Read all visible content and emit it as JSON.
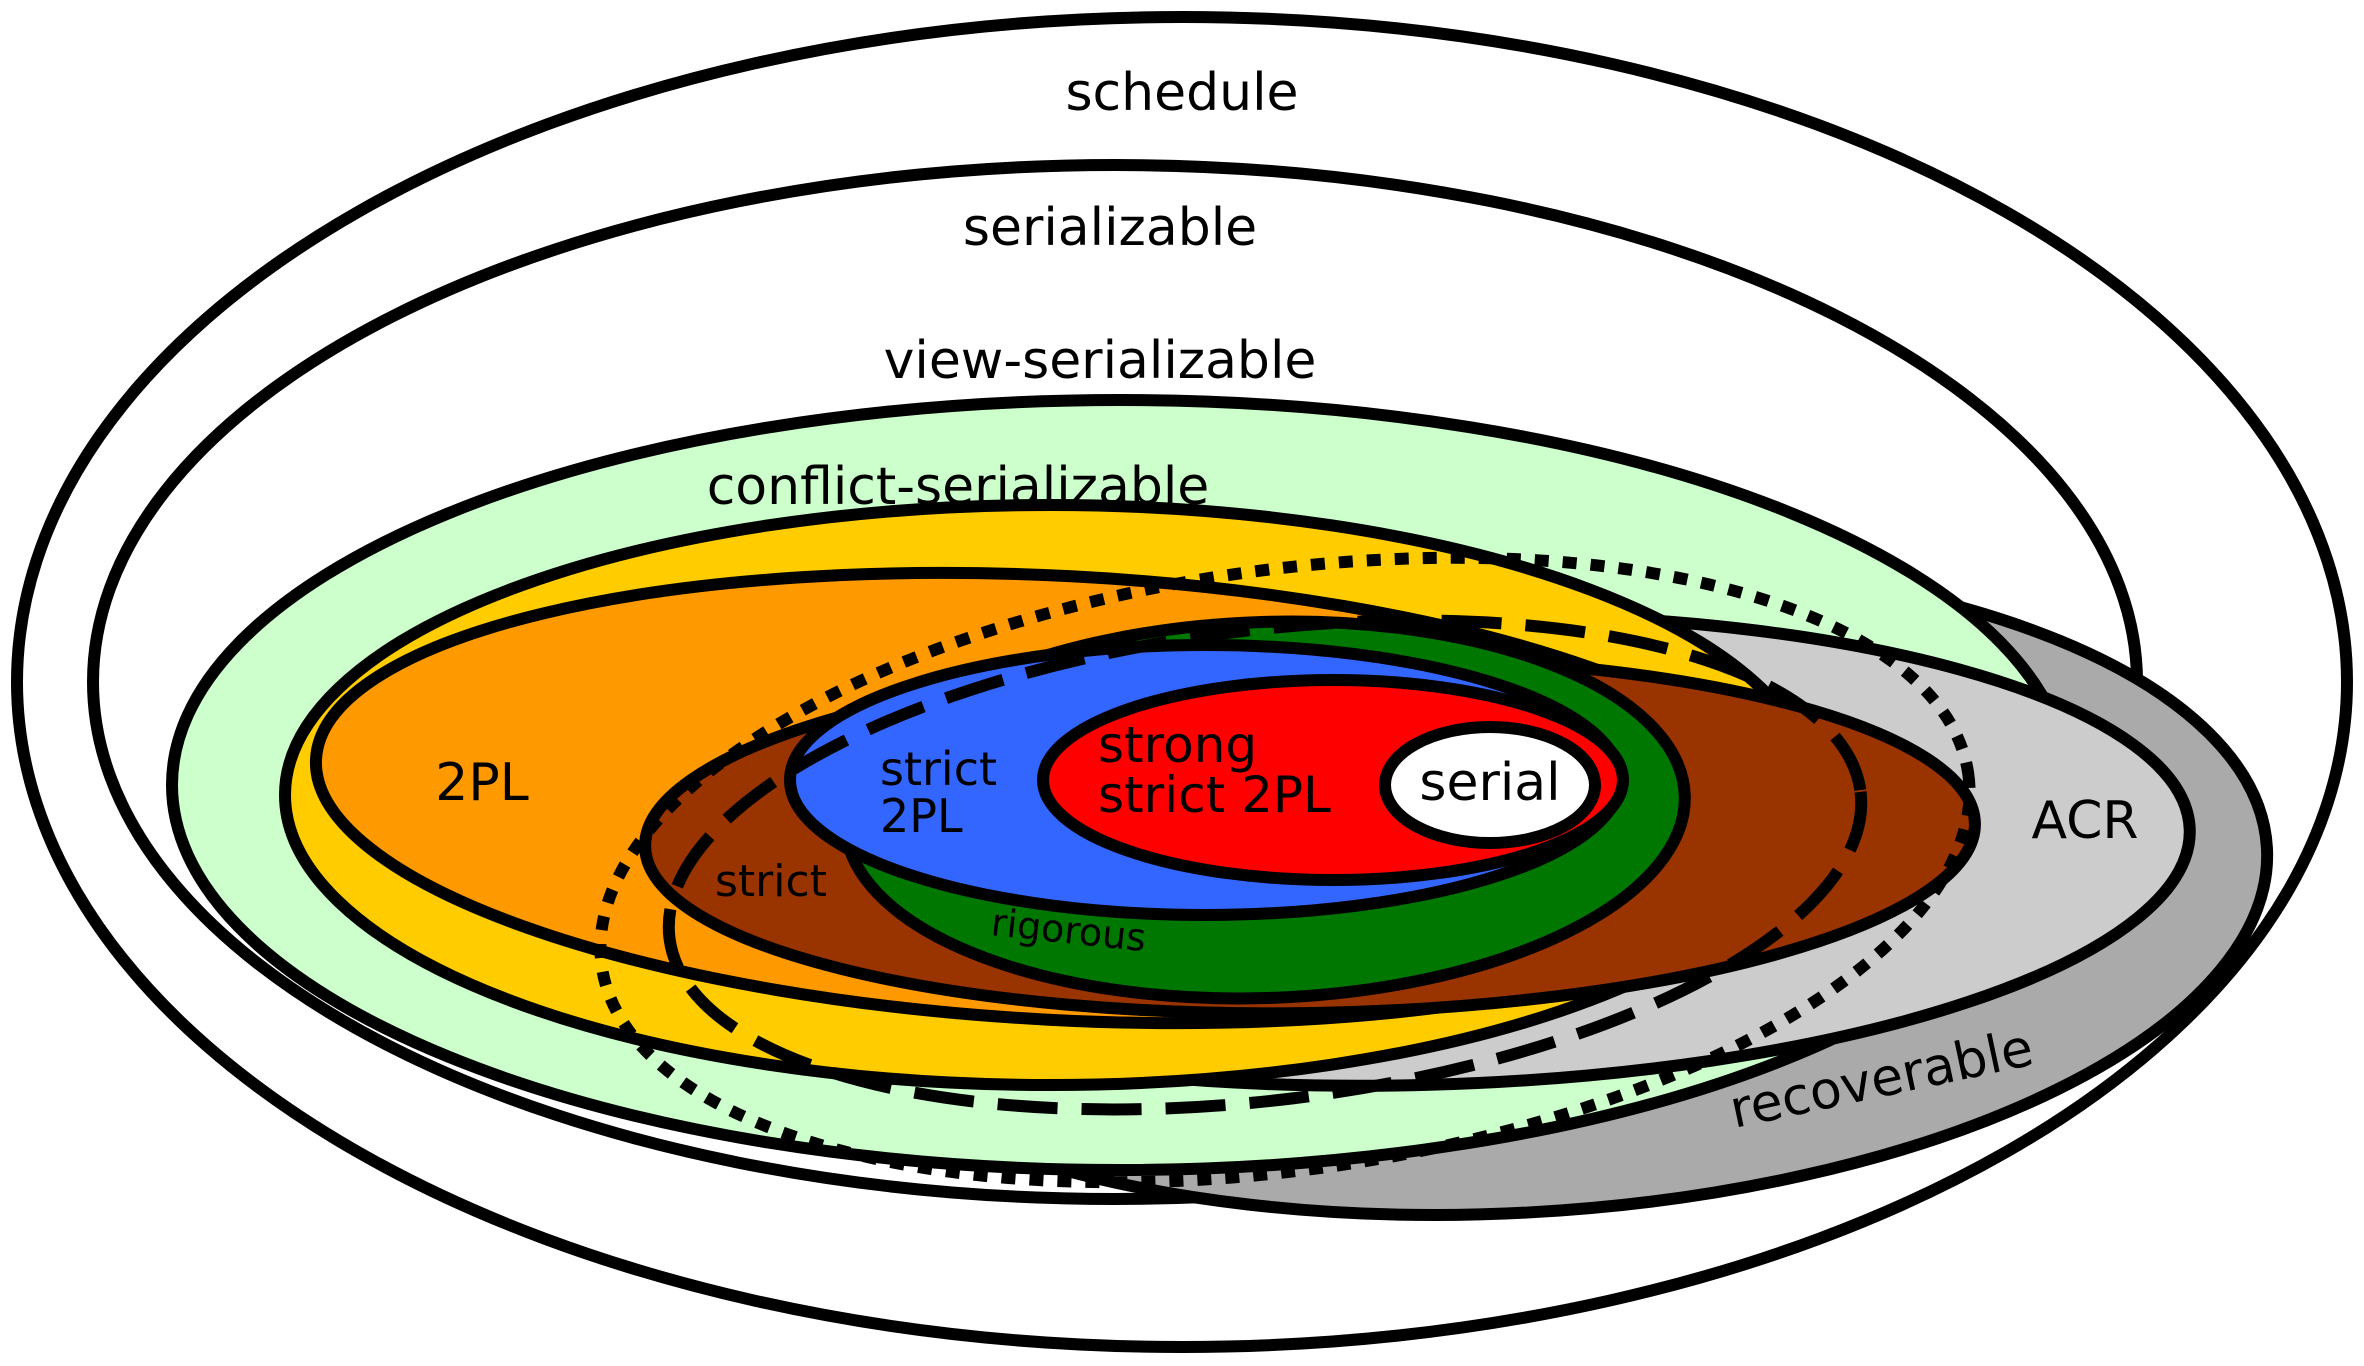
{
  "diagram": {
    "labels": {
      "schedule": "schedule",
      "serializable": "serializable",
      "view_serializable": "view-serializable",
      "conflict_serializable": "conflict-serializable",
      "twopl": "2PL",
      "strict_twopl_line1": "strict",
      "strict_twopl_line2": "2PL",
      "strong_line1": "strong",
      "strong_line2": "strict 2PL",
      "serial": "serial",
      "strict": "strict",
      "rigorous": "rigorous",
      "acr": "ACR",
      "recoverable": "recoverable"
    },
    "colors": {
      "view_serializable": "#ccffcc",
      "conflict_serializable": "#ffcc00",
      "twopl": "#ff9900",
      "strict": "#993300",
      "rigorous": "#007700",
      "strict_twopl": "#3366ff",
      "strong_strict_twopl": "#ff0000",
      "serial": "#ffffff",
      "recoverable": "#aaaaaa",
      "acr": "#cccccc",
      "outline": "#000000"
    }
  }
}
